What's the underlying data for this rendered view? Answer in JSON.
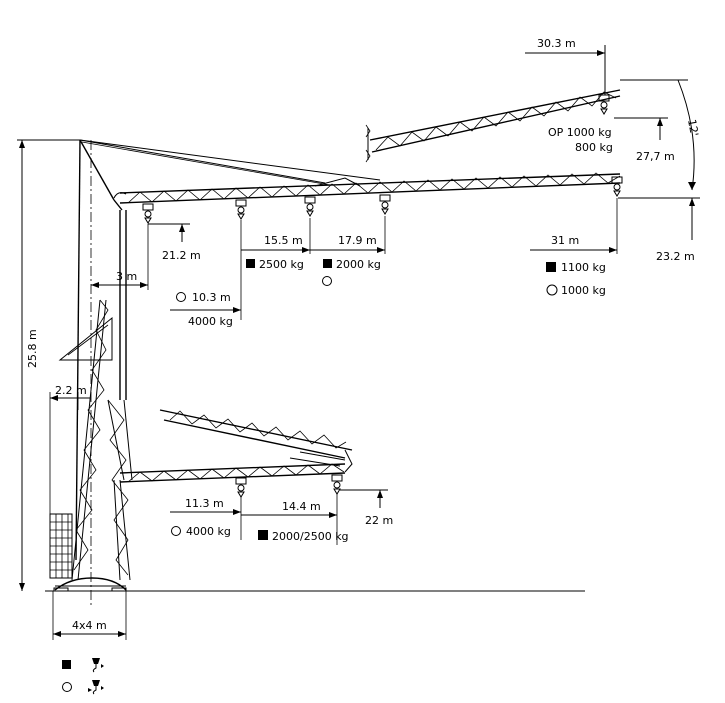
{
  "dimensions": {
    "jib_max_radius": "30.3 m",
    "luffed_hook_height": "27,7 m",
    "luffing_angle": "12'",
    "op_load_1": "OP 1000 kg",
    "op_load_2": "800 kg",
    "tower_height": "25.8 m",
    "hook_height_horizontal": "21.2 m",
    "radius_15_5": "15.5 m",
    "radius_17_9": "17.9 m",
    "radius_31": "31 m",
    "hook_height_23_2": "23.2 m",
    "load_2500": "2500 kg",
    "load_2000": "2000 kg",
    "load_1100": "1100 kg",
    "load_1000": "1000 kg",
    "radius_3": "3 m",
    "radius_10_3": "10.3 m",
    "load_4000_upper": "4000 kg",
    "radius_2_2": "2.2 m",
    "radius_11_3": "11.3 m",
    "radius_14_4": "14.4 m",
    "hook_height_22": "22 m",
    "load_4000_lower": "4000 kg",
    "load_2000_2500": "2000/2500 kg",
    "base": "4x4 m"
  }
}
